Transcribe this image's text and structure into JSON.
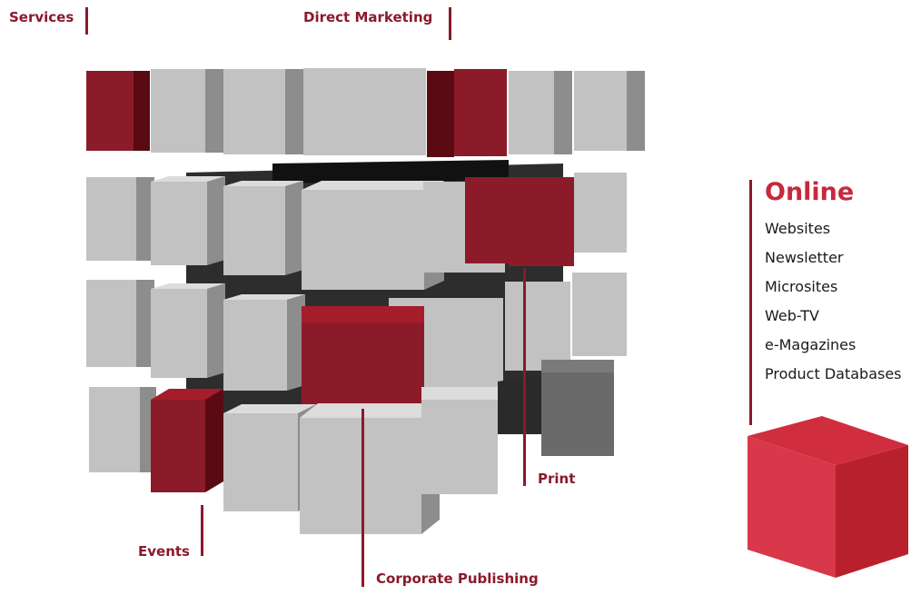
{
  "labels": {
    "services": "Services",
    "direct_marketing": "Direct Marketing",
    "print": "Print",
    "events": "Events",
    "corporate_publishing": "Corporate Publishing"
  },
  "online": {
    "title": "Online",
    "items": [
      "Websites",
      "Newsletter",
      "Microsites",
      "Web-TV",
      "e-Magazines",
      "Product Databases"
    ]
  },
  "colors": {
    "accent_red": "#8a1a2b",
    "online_red": "#c8283c",
    "cube_grey": "#c4c4c4"
  }
}
